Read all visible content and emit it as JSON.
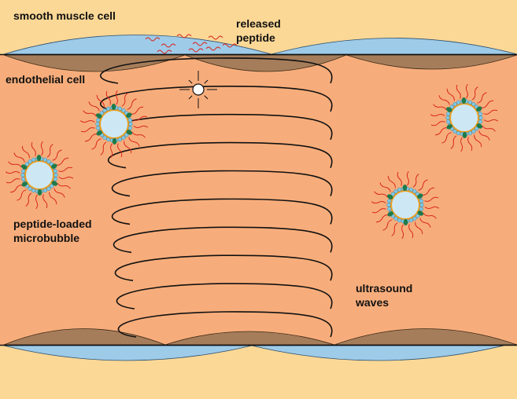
{
  "labels": {
    "smooth_muscle_cell": "smooth muscle cell",
    "released_peptide": [
      "released",
      "peptide"
    ],
    "endothelial_cell": "endothelial cell",
    "microbubble": [
      "peptide-loaded",
      "microbubble"
    ],
    "ultrasound_waves": [
      "ultrasound",
      "waves"
    ]
  },
  "colors": {
    "smooth_muscle": "#fcd896",
    "lumen": "#f7ad7b",
    "endothelium_blue": "#9ecbe8",
    "endothelium_brown": "#a67d5a",
    "bubble_core": "#cde8f4",
    "bubble_shell": "#f0a020",
    "lipid_head": "#7ec8e8",
    "ligand_green": "#1f7a4a",
    "peptide_red": "#d9271e",
    "wave": "#111111"
  },
  "ultrasound_wave_count": 10
}
